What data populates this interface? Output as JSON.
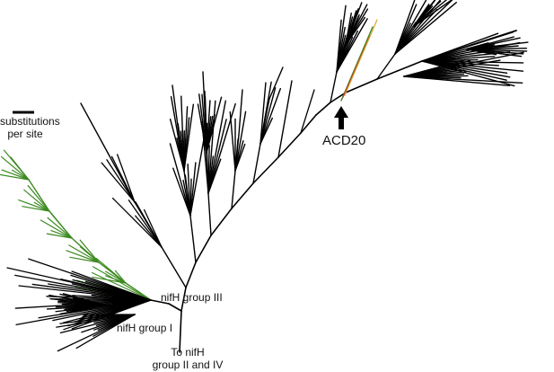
{
  "scale_bar": {
    "label_line1": "substitutions",
    "label_line2": "per site"
  },
  "labels": {
    "group3": "nifH group III",
    "group1": "nifH group I",
    "to_line1": "To nifH",
    "to_line2": "group II and IV",
    "acd20": "ACD20"
  },
  "colors": {
    "branch": "#000000",
    "green_clade": "#3d8a22",
    "red_branch": "#c0392b"
  }
}
